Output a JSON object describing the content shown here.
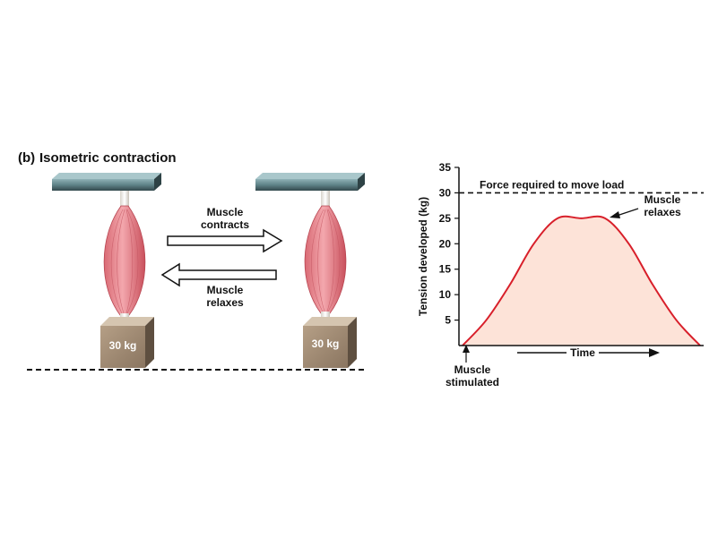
{
  "figure": {
    "part_label": "(b)",
    "title": "Isometric contraction"
  },
  "diagram": {
    "arrow_right": {
      "line1": "Muscle",
      "line2": "contracts"
    },
    "arrow_left": {
      "line1": "Muscle",
      "line2": "relaxes"
    },
    "weight_left": "30 kg",
    "weight_right": "30 kg"
  },
  "chart_data": {
    "type": "area",
    "ylabel": "Tension developed (kg)",
    "xlabel": "Time",
    "ylim": [
      0,
      35
    ],
    "y_ticks": [
      5,
      10,
      15,
      20,
      25,
      30,
      35
    ],
    "threshold": {
      "value": 30,
      "label": "Force required to move load"
    },
    "series": [
      {
        "values": [
          0,
          5,
          12,
          20,
          25,
          25,
          25,
          20,
          12,
          5,
          0
        ]
      }
    ],
    "annotations": {
      "stimulated": {
        "line1": "Muscle",
        "line2": "stimulated"
      },
      "relaxes": {
        "line1": "Muscle",
        "line2": "relaxes"
      }
    },
    "colors": {
      "curve": "#d81f2a",
      "fill": "#fde3d8",
      "threshold": "#111111"
    }
  }
}
